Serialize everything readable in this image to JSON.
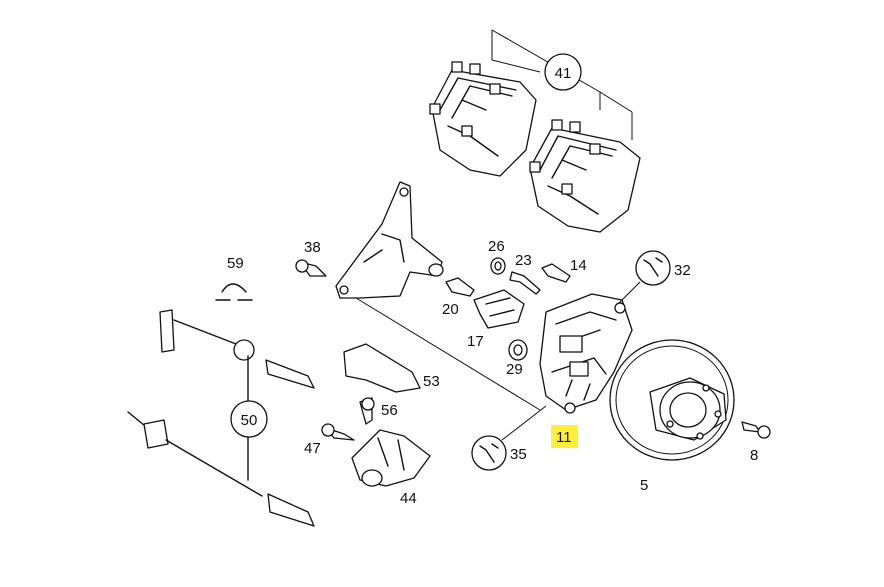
{
  "callouts": {
    "c41": "41",
    "c38": "38",
    "c59": "59",
    "c26": "26",
    "c23": "23",
    "c14": "14",
    "c32": "32",
    "c20": "20",
    "c17": "17",
    "c29": "29",
    "c53": "53",
    "c56": "56",
    "c50": "50",
    "c47": "47",
    "c11": "11",
    "c35": "35",
    "c44": "44",
    "c5": "5",
    "c8": "8"
  },
  "colors": {
    "highlight": "#ffef3a",
    "line": "#111111",
    "background": "#ffffff"
  },
  "icons": [
    "wrench-icon"
  ]
}
